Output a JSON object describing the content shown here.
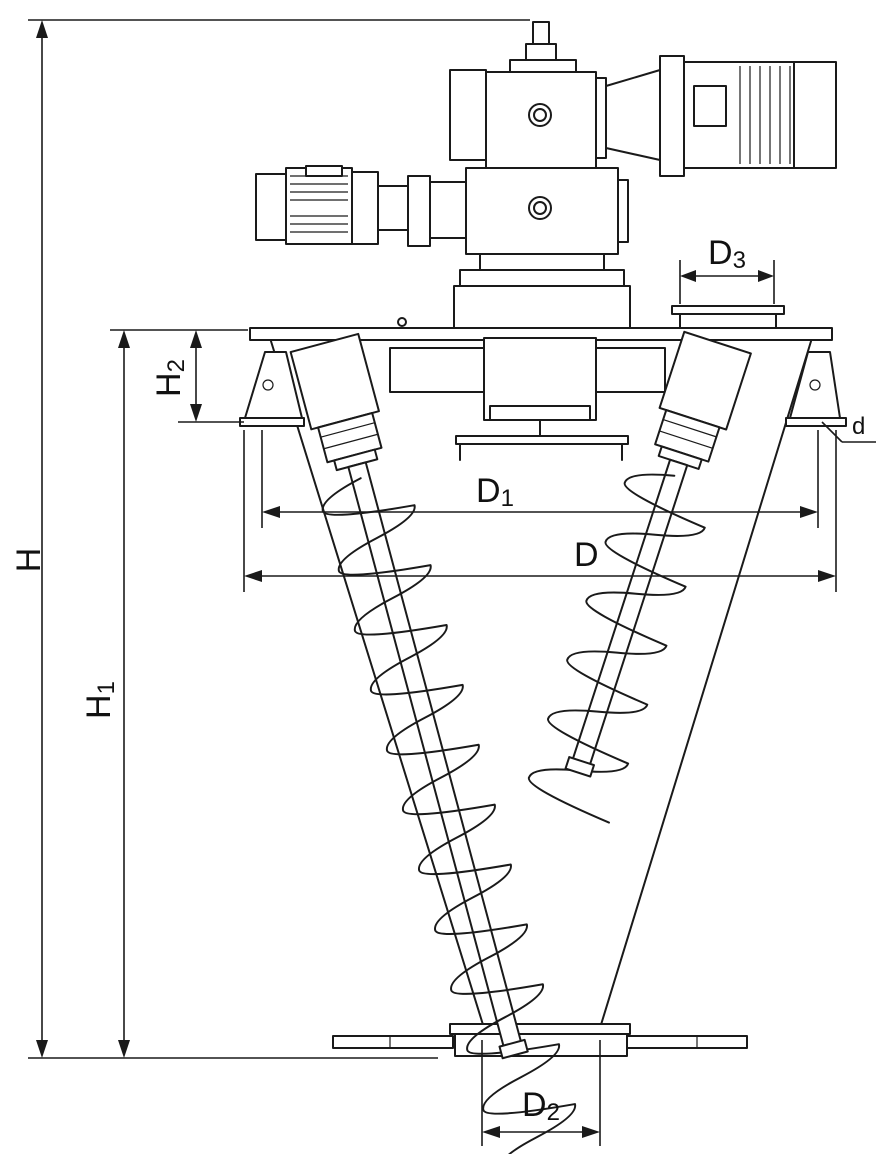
{
  "labels": {
    "H": "H",
    "H1_main": "H",
    "H1_sub": "1",
    "H2_main": "H",
    "H2_sub": "2",
    "D": "D",
    "D1_main": "D",
    "D1_sub": "1",
    "D2_main": "D",
    "D2_sub": "2",
    "D3_main": "D",
    "D3_sub": "3",
    "d": "d"
  }
}
